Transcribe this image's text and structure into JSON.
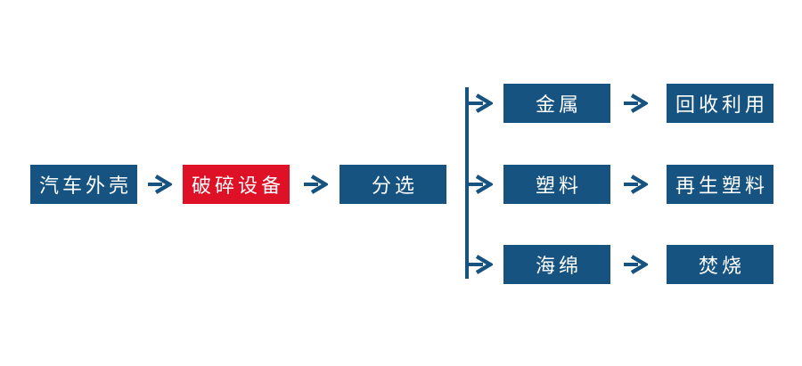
{
  "colors": {
    "primary_blue": "#175380",
    "accent_red": "#DE1126",
    "text": "#FFFFFF",
    "background": "#FFFFFF"
  },
  "flowchart": {
    "main_flow": [
      {
        "id": "car-shell",
        "label": "汽车外壳",
        "color": "blue"
      },
      {
        "id": "crushing-equipment",
        "label": "破碎设备",
        "color": "red"
      },
      {
        "id": "sorting",
        "label": "分选",
        "color": "blue"
      }
    ],
    "branches": [
      {
        "material": "金属",
        "outcome": "回收利用"
      },
      {
        "material": "塑料",
        "outcome": "再生塑料"
      },
      {
        "material": "海绵",
        "outcome": "焚烧"
      }
    ]
  }
}
